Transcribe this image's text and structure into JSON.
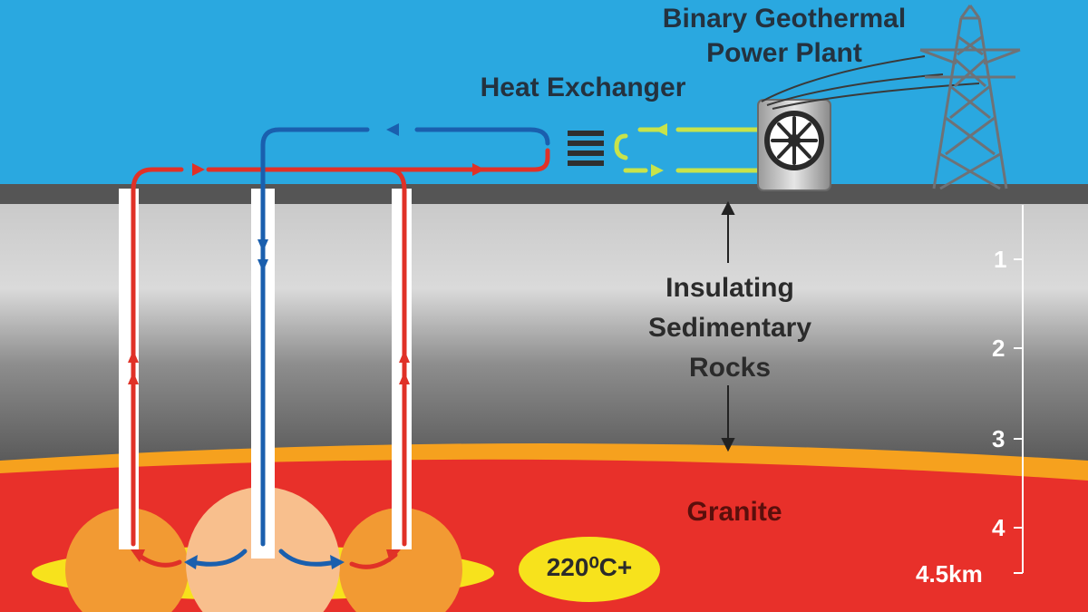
{
  "labels": {
    "plant_line1": "Binary Geothermal",
    "plant_line2": "Power Plant",
    "heat_exchanger": "Heat Exchanger",
    "rocks_line1": "Insulating",
    "rocks_line2": "Sedimentary",
    "rocks_line3": "Rocks",
    "granite": "Granite",
    "temperature": "220⁰C+"
  },
  "depth_scale": {
    "ticks": [
      "1",
      "2",
      "3",
      "4"
    ],
    "bottom": "4.5km"
  },
  "colors": {
    "sky": "#2aa8e0",
    "hot_pipe": "#e03127",
    "cold_pipe": "#1a5fae",
    "binary_loop": "#c8e34a",
    "granite": "#e8302a",
    "hot_zone": "#f7e21c"
  },
  "icons": [
    "turbine-fan-icon",
    "pylon-icon",
    "heat-exchanger-icon"
  ]
}
